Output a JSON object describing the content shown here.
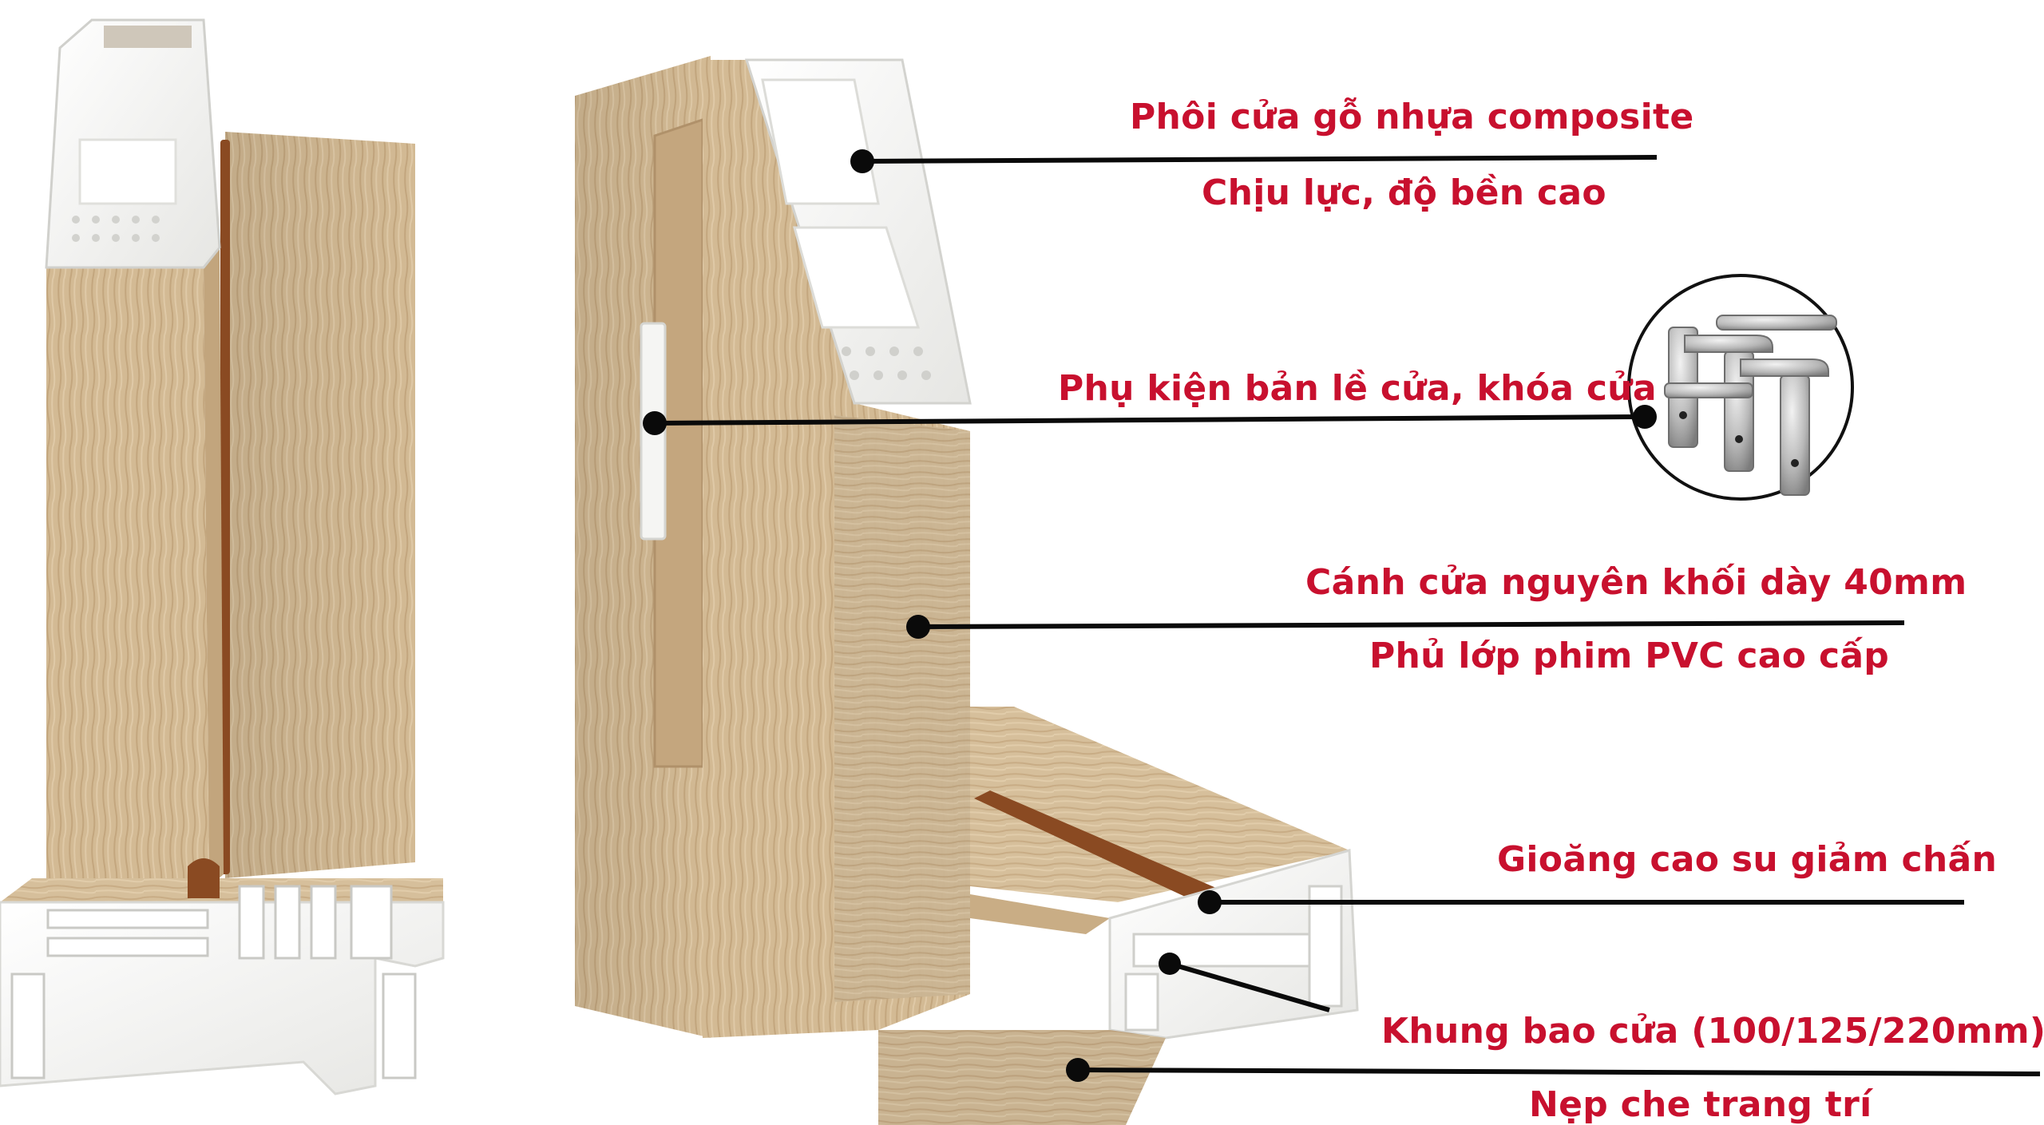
{
  "callouts": [
    {
      "id": "composite-core",
      "lines": [
        "Phôi cửa gỗ nhựa composite",
        "Chịu lực, độ bền cao"
      ]
    },
    {
      "id": "hardware",
      "lines": [
        "Phụ kiện bản lề cửa, khóa cửa"
      ]
    },
    {
      "id": "door-leaf",
      "lines": [
        "Cánh cửa nguyên khối dày 40mm",
        "Phủ lớp phim PVC cao cấp"
      ]
    },
    {
      "id": "rubber-gasket",
      "lines": [
        "Gioăng cao su giảm chấn"
      ]
    },
    {
      "id": "frame",
      "lines": [
        "Khung bao cửa (100/125/220mm)",
        "Nẹp che trang trí"
      ]
    }
  ],
  "colors": {
    "label_red": "#c8102e",
    "leader_line": "#0a0a0a",
    "wood_light": "#d9c3a0",
    "wood_mid": "#c9ad85",
    "wood_dark": "#b39570",
    "pvc_white": "#f4f4f2",
    "gasket_brown": "#8a4a22"
  }
}
